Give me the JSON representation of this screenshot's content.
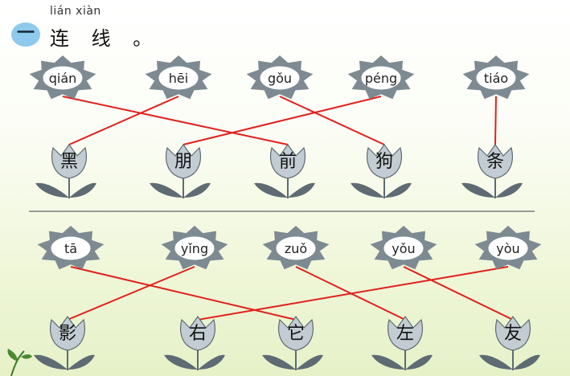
{
  "header": {
    "badge": "一",
    "title_pinyin": "lián xiàn",
    "title": "连 线 。"
  },
  "top_pinyin": [
    "qián",
    "hēi",
    "gǒu",
    "péng",
    "tiáo"
  ],
  "top_chars": [
    "黑",
    "朋",
    "前",
    "狗",
    "条"
  ],
  "top_links": [
    [
      0,
      2
    ],
    [
      1,
      0
    ],
    [
      2,
      3
    ],
    [
      3,
      1
    ],
    [
      4,
      4
    ]
  ],
  "bottom_pinyin": [
    "tā",
    "yǐng",
    "zuǒ",
    "yǒu",
    "yòu"
  ],
  "bottom_chars": [
    "影",
    "右",
    "它",
    "左",
    "友"
  ],
  "bottom_links": [
    [
      0,
      2
    ],
    [
      1,
      0
    ],
    [
      2,
      3
    ],
    [
      3,
      4
    ],
    [
      4,
      1
    ]
  ],
  "colors": {
    "line": "#e0201d",
    "cloud": "#7d8a92",
    "tulip_light": "#c3ccd2",
    "leaf": "#5e6b73",
    "divider": "#7a7a7a"
  }
}
